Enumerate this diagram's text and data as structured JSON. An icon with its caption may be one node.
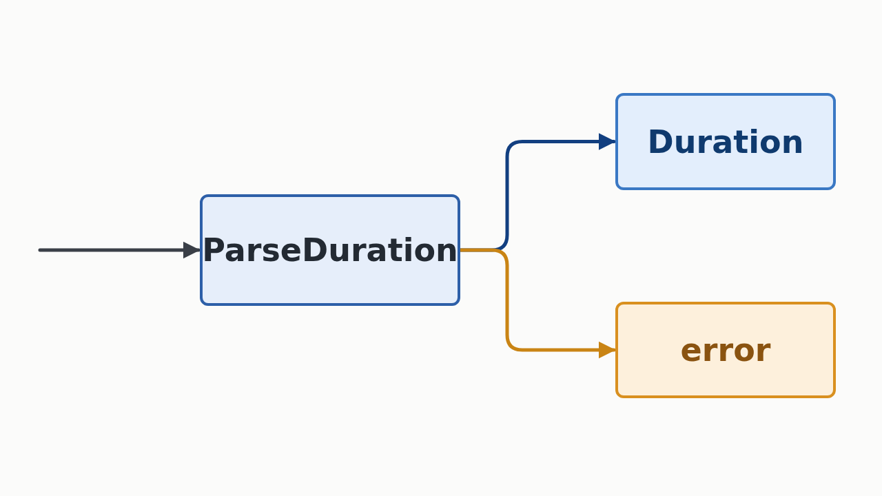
{
  "diagram": {
    "nodes": [
      {
        "text": [
          "ParseDuration"
        ]
      },
      {
        "text": [
          "Duration"
        ]
      },
      {
        "text": [
          "error"
        ]
      }
    ],
    "edges": [
      {
        "from": null,
        "to": 0,
        "arrow": "to",
        "color": "#3a3f47"
      },
      {
        "from": 0,
        "to": 1,
        "arrow": "to",
        "color": "#123f80"
      },
      {
        "from": 0,
        "to": 2,
        "arrow": "to",
        "color": "#c98414"
      }
    ]
  }
}
